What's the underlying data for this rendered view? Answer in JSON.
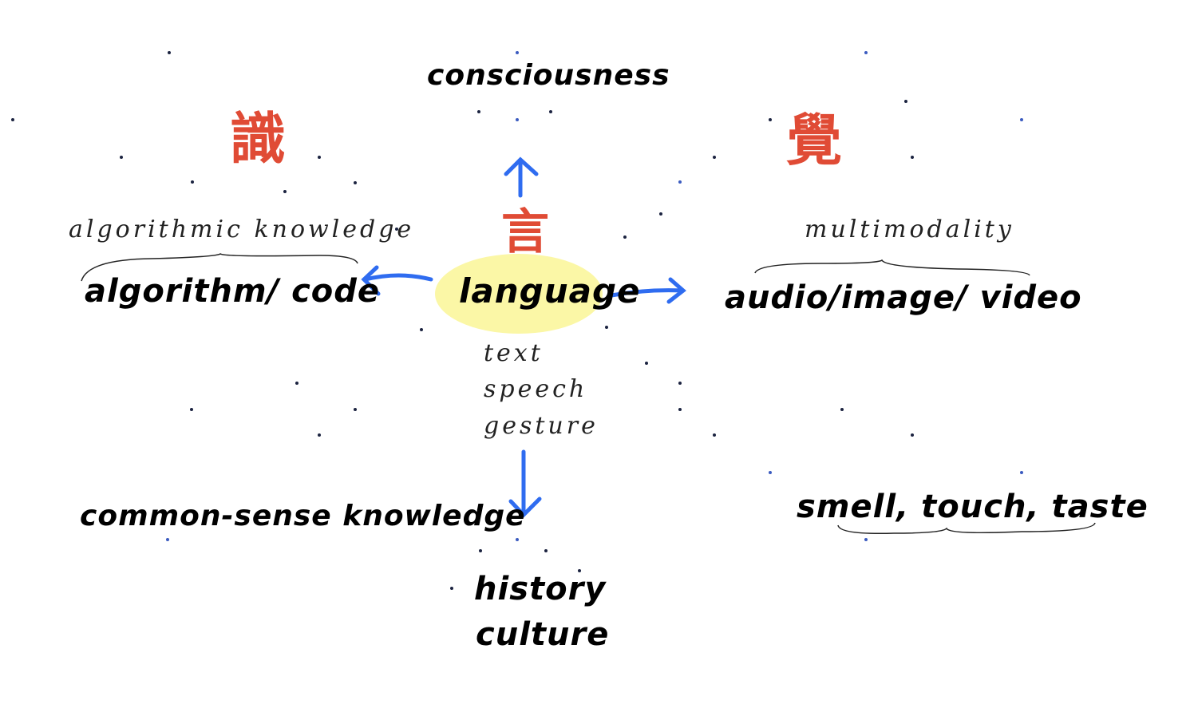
{
  "colors": {
    "arrow": "#2f6cf0",
    "han": "#e04b35",
    "highlight": "#fbf7a6",
    "ink": "#000000"
  },
  "center": {
    "label": "language",
    "modes": [
      "text",
      "speech",
      "gesture"
    ],
    "han": "言"
  },
  "top": {
    "label": "consciousness"
  },
  "left": {
    "han": "識",
    "sublabel": "algorithmic knowledge",
    "label": "algorithm/ code",
    "extra": "common-sense knowledge"
  },
  "right": {
    "han": "覺",
    "sublabel": "multimodality",
    "label": "audio/image/ video",
    "extra": "smell, touch, taste"
  },
  "bottom": {
    "label_line1": "history",
    "label_line2": "culture"
  }
}
